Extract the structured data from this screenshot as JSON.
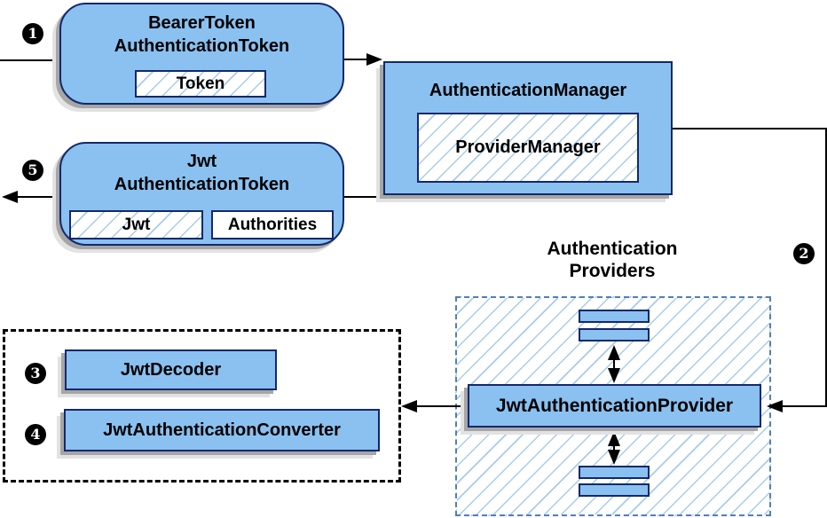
{
  "colors": {
    "node_fill": "#8ac1f0",
    "node_border": "#14286b",
    "hatch": "#a9cbec",
    "shadow_dark": "#a6a6a6",
    "shadow_light": "#e2e2e2",
    "dashed_border": "#4e7fbf",
    "line": "#000000",
    "text": "#000000"
  },
  "steps": {
    "s1": "1",
    "s2": "2",
    "s3": "3",
    "s4": "4",
    "s5": "5"
  },
  "nodes": {
    "bearer_token": {
      "line1": "BearerToken",
      "line2": "AuthenticationToken",
      "chip": "Token"
    },
    "authentication_manager": {
      "title": "AuthenticationManager",
      "chip": "ProviderManager"
    },
    "jwt_token": {
      "line1": "Jwt",
      "line2": "AuthenticationToken",
      "chip_jwt": "Jwt",
      "chip_authorities": "Authorities"
    },
    "jwt_authentication_provider": {
      "label": "JwtAuthenticationProvider"
    },
    "jwt_decoder": {
      "label": "JwtDecoder"
    },
    "jwt_authentication_converter": {
      "label": "JwtAuthenticationConverter"
    }
  },
  "groups": {
    "providers": {
      "label_line1": "Authentication",
      "label_line2": "Providers"
    }
  }
}
